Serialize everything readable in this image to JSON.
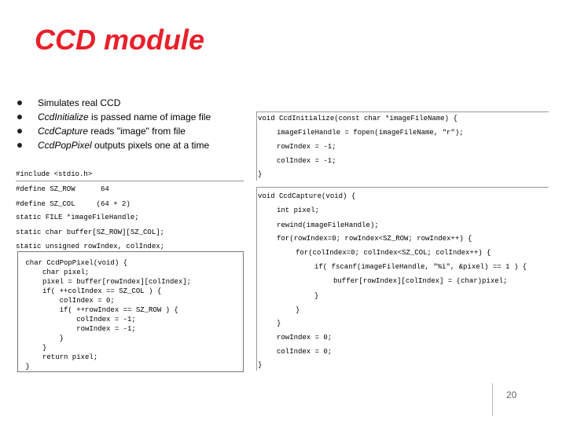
{
  "slide": {
    "title": "CCD module",
    "page_number": "20"
  },
  "bullets": [
    {
      "em": "",
      "text": "Simulates real CCD"
    },
    {
      "em": "CcdInitialize",
      "text": " is passed name of image file"
    },
    {
      "em": "CcdCapture",
      "text": " reads \"image\" from file"
    },
    {
      "em": "CcdPopPixel",
      "text": " outputs pixels one at a time"
    }
  ],
  "left_code": [
    "#include <stdio.h>",
    "#define SZ_ROW      64",
    "#define SZ_COL     (64 + 2)",
    "static FILE *imageFileHandle;",
    "static char buffer[SZ_ROW][SZ_COL];",
    "static unsigned rowIndex, colIndex;"
  ],
  "poppixel_code": " char CcdPopPixel(void) {\n     char pixel;\n     pixel = buffer[rowIndex][colIndex];\n     if( ++colIndex == SZ_COL ) {\n         colIndex = 0;\n         if( ++rowIndex == SZ_ROW ) {\n             colIndex = -1;\n             rowIndex = -1;\n         }\n     }\n     return pixel;\n }",
  "right_code": [
    {
      "indent": 0,
      "text": "void CcdInitialize(const char *imageFileName) {"
    },
    {
      "indent": 1,
      "text": "imageFileHandle = fopen(imageFileName, \"r\");"
    },
    {
      "indent": 1,
      "text": "rowIndex = -1;"
    },
    {
      "indent": 1,
      "text": "colIndex = -1;"
    },
    {
      "indent": 0,
      "text": "}"
    },
    {
      "indent": 0,
      "text": "void CcdCapture(void) {"
    },
    {
      "indent": 1,
      "text": "int pixel;"
    },
    {
      "indent": 1,
      "text": "rewind(imageFileHandle);"
    },
    {
      "indent": 1,
      "text": "for(rowIndex=0; rowIndex<SZ_ROW; rowIndex++) {"
    },
    {
      "indent": 2,
      "text": "for(colIndex=0; colIndex<SZ_COL; colIndex++) {"
    },
    {
      "indent": 3,
      "text": "if( fscanf(imageFileHandle, \"%i\", &pixel) == 1 ) {"
    },
    {
      "indent": 4,
      "text": "buffer[rowIndex][colIndex] = (char)pixel;"
    },
    {
      "indent": 3,
      "text": "}"
    },
    {
      "indent": 2,
      "text": "}"
    },
    {
      "indent": 1,
      "text": "}"
    },
    {
      "indent": 1,
      "text": "rowIndex = 0;"
    },
    {
      "indent": 1,
      "text": "colIndex = 0;"
    },
    {
      "indent": 0,
      "text": "}"
    }
  ]
}
